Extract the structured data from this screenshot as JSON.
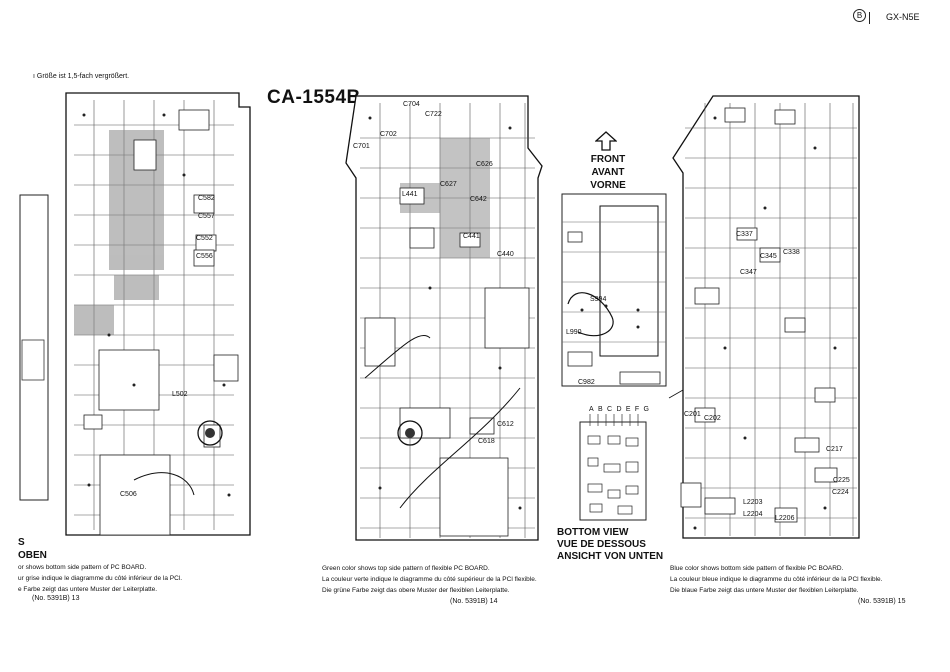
{
  "header": {
    "circle_letter": "B",
    "model": "GX-N5E",
    "scale_note": "ı Größe ist 1,5-fach vergrößert."
  },
  "title": "CA-1554B",
  "orientation": {
    "front": "FRONT",
    "avant": "AVANT",
    "vorne": "VORNE"
  },
  "bottom_view": {
    "en": "BOTTOM VIEW",
    "fr": "VUE DE DESSOUS",
    "de": "ANSICHT VON UNTEN"
  },
  "left_block": {
    "s": "S",
    "oben": "OBEN",
    "line1": "or shows bottom side pattern of PC BOARD.",
    "line2": "ur grise indique le diagramme du côté inférieur de la PCl.",
    "line3": "e Farbe zeigt das untere Muster der Leiterplatte.",
    "page": "(No. 5391B) 13"
  },
  "center_block": {
    "line1": "Green color shows top side pattern of flexible PC BOARD.",
    "line2": "La couleur verte indique le diagramme du côté supérieur de la PCl flexible.",
    "line3": "Die grüne Farbe zeigt das obere Muster der flexiblen Leiterplatte.",
    "page": "(No. 5391B) 14"
  },
  "right_block": {
    "line1": "Blue color shows bottom side pattern of flexible PC BOARD.",
    "line2": "La couleur bleue indique le diagramme du côté inférieur de la PCl flexible.",
    "line3": "Die blaue Farbe zeigt das untere Muster der flexiblen Leiterplatte.",
    "page": "(No. 5391B) 15"
  },
  "connector_letters": [
    "A",
    "B",
    "C",
    "D",
    "E",
    "F",
    "G"
  ],
  "component_labels": {
    "b1": [
      "C582",
      "C557",
      "C552",
      "C556",
      "L502",
      "C506"
    ],
    "b2": [
      "C701",
      "C702",
      "C704",
      "C722",
      "C627",
      "C626",
      "C642",
      "C441",
      "C440",
      "L441",
      "C618",
      "C612"
    ],
    "b3": [
      "C345",
      "C347",
      "C338",
      "C337",
      "C217",
      "C225",
      "C224",
      "L2203",
      "L2204",
      "L2206",
      "C201",
      "C202"
    ],
    "inset": [
      "S994",
      "L990",
      "C982"
    ]
  }
}
